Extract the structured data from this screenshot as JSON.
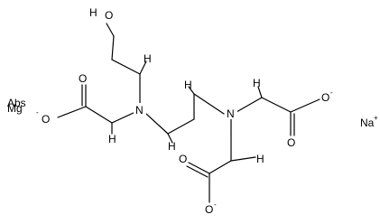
{
  "atoms": {
    "hydroxyl_h": "H",
    "hydroxyl_o": "O",
    "chain_h": "H",
    "n_left": "N",
    "n_right": "N",
    "bridge_h_left": "H",
    "bridge_h_right": "H",
    "left_o_double": "O",
    "left_o_minus": "O",
    "left_ch2_h": "H",
    "top_right_h": "H",
    "right_o_double": "O",
    "right_o_minus": "O",
    "bottom_h": "H",
    "bottom_o_double": "O",
    "bottom_o_minus": "O"
  },
  "charges": {
    "minus": "-",
    "plus": "+"
  },
  "ions": {
    "sodium": "Na",
    "magnesium": "Mg",
    "overlay": "Abs"
  },
  "colors": {
    "ink": "#000000",
    "background": "#ffffff"
  }
}
